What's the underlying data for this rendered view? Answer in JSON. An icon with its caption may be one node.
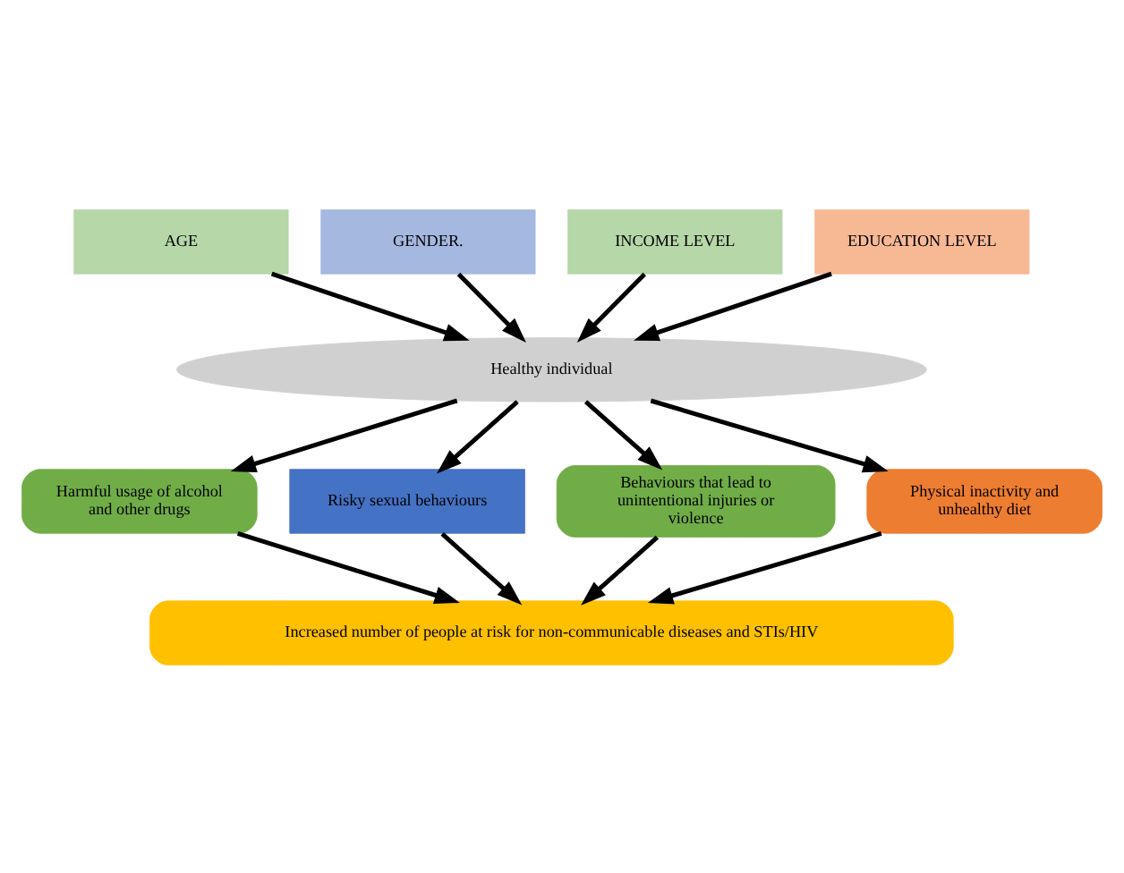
{
  "diagram": {
    "nodes": [
      {
        "text": [
          "AGE"
        ]
      },
      {
        "text": [
          "GENDER."
        ]
      },
      {
        "text": [
          "INCOME LEVEL"
        ]
      },
      {
        "text": [
          "EDUCATION LEVEL"
        ]
      },
      {
        "text": [
          "Healthy individual"
        ]
      },
      {
        "text": [
          "Harmful usage of alcohol and other drugs"
        ]
      },
      {
        "text": [
          "Risky sexual behaviours"
        ]
      },
      {
        "text": [
          "Behaviours that lead to unintentional injuries or violence"
        ]
      },
      {
        "text": [
          "Physical inactivity and unhealthy diet"
        ]
      },
      {
        "text": [
          "Increased number of people at risk for non-communicable diseases and STIs/HIV"
        ]
      }
    ],
    "edges": [
      {
        "from": 0,
        "to": 4,
        "arrow": "to"
      },
      {
        "from": 1,
        "to": 4,
        "arrow": "to"
      },
      {
        "from": 2,
        "to": 4,
        "arrow": "to"
      },
      {
        "from": 3,
        "to": 4,
        "arrow": "to"
      },
      {
        "from": 4,
        "to": 5,
        "arrow": "to"
      },
      {
        "from": 4,
        "to": 6,
        "arrow": "to"
      },
      {
        "from": 4,
        "to": 7,
        "arrow": "to"
      },
      {
        "from": 4,
        "to": 8,
        "arrow": "to"
      },
      {
        "from": 5,
        "to": 9,
        "arrow": "to"
      },
      {
        "from": 6,
        "to": 9,
        "arrow": "to"
      },
      {
        "from": 7,
        "to": 9,
        "arrow": "to"
      },
      {
        "from": 8,
        "to": 9,
        "arrow": "to"
      }
    ]
  }
}
